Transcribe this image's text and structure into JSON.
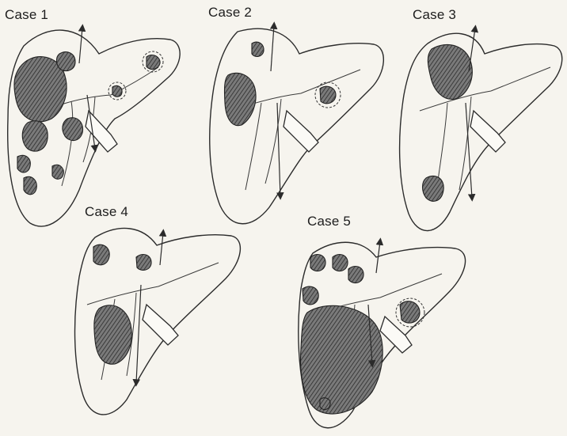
{
  "labels": {
    "case1": "Case 1",
    "case2": "Case 2",
    "case3": "Case 3",
    "case4": "Case 4",
    "case5": "Case 5"
  },
  "colors": {
    "background": "#f6f4ee",
    "ink": "#2b2b2b",
    "tumor_fill": "#5a5a5a"
  }
}
